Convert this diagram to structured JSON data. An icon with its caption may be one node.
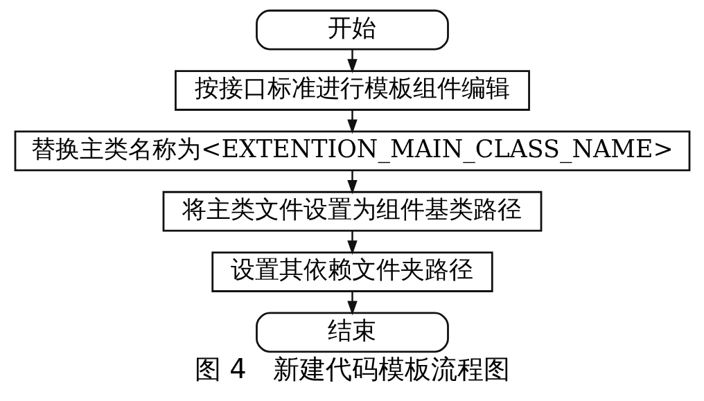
{
  "diagram": {
    "caption": "图 4　新建代码模板流程图",
    "nodes": [
      {
        "text": [
          "开始"
        ]
      },
      {
        "text": [
          "按接口标准进行模板组件编辑"
        ]
      },
      {
        "text": [
          "替换主类名称为<EXTENTION_MAIN_CLASS_NAME>"
        ]
      },
      {
        "text": [
          "将主类文件设置为组件基类路径"
        ]
      },
      {
        "text": [
          "设置其依赖文件夹路径"
        ]
      },
      {
        "text": [
          "结束"
        ]
      }
    ],
    "edges": [
      {
        "from": 0,
        "to": 1,
        "arrow": "to"
      },
      {
        "from": 1,
        "to": 2,
        "arrow": "to"
      },
      {
        "from": 2,
        "to": 3,
        "arrow": "to"
      },
      {
        "from": 3,
        "to": 4,
        "arrow": "to"
      },
      {
        "from": 4,
        "to": 5,
        "arrow": "to"
      }
    ]
  }
}
